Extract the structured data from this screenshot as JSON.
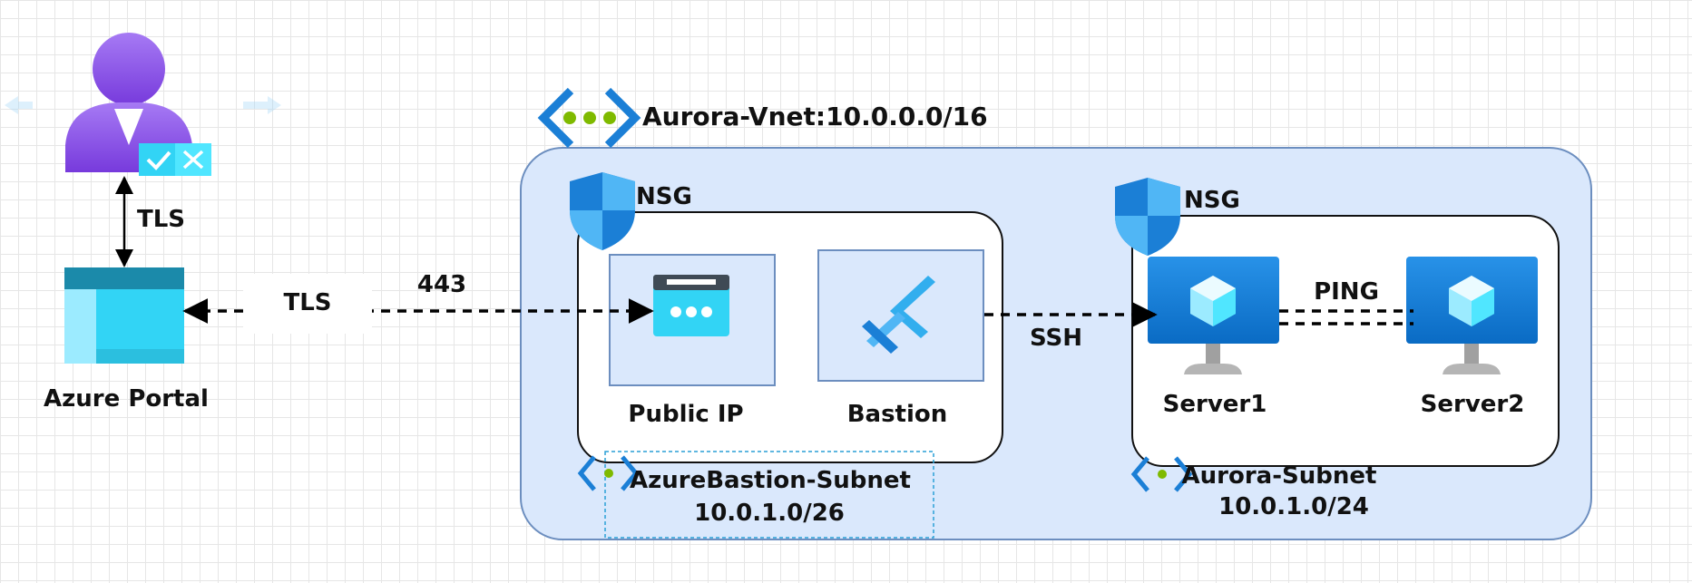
{
  "colors": {
    "vnet_fill": "#dae8fc",
    "vnet_stroke": "#6c8ebf",
    "azure_blue": "#1b7fd6",
    "azure_cyan": "#32d4f5",
    "user_purple": "#8a4cd0",
    "green_dot": "#7fba00"
  },
  "user": {
    "icon": "user-with-checkmark-icon"
  },
  "portal": {
    "label": "Azure Portal",
    "icon": "portal-window-icon"
  },
  "vnet": {
    "label": "Aurora-Vnet:10.0.0.0/16",
    "icon": "vnet-icon"
  },
  "bastion_subnet": {
    "nsg_label": "NSG",
    "name": "AzureBastion-Subnet",
    "cidr": "10.0.1.0/26",
    "public_ip_label": "Public IP",
    "bastion_label": "Bastion"
  },
  "aurora_subnet": {
    "nsg_label": "NSG",
    "name": "Aurora-Subnet",
    "cidr": "10.0.1.0/24",
    "server1_label": "Server1",
    "server2_label": "Server2"
  },
  "connections": {
    "user_portal_label": "TLS",
    "portal_publicip_label": "TLS",
    "port_label": "443",
    "ssh_label": "SSH",
    "ping_label": "PING"
  }
}
